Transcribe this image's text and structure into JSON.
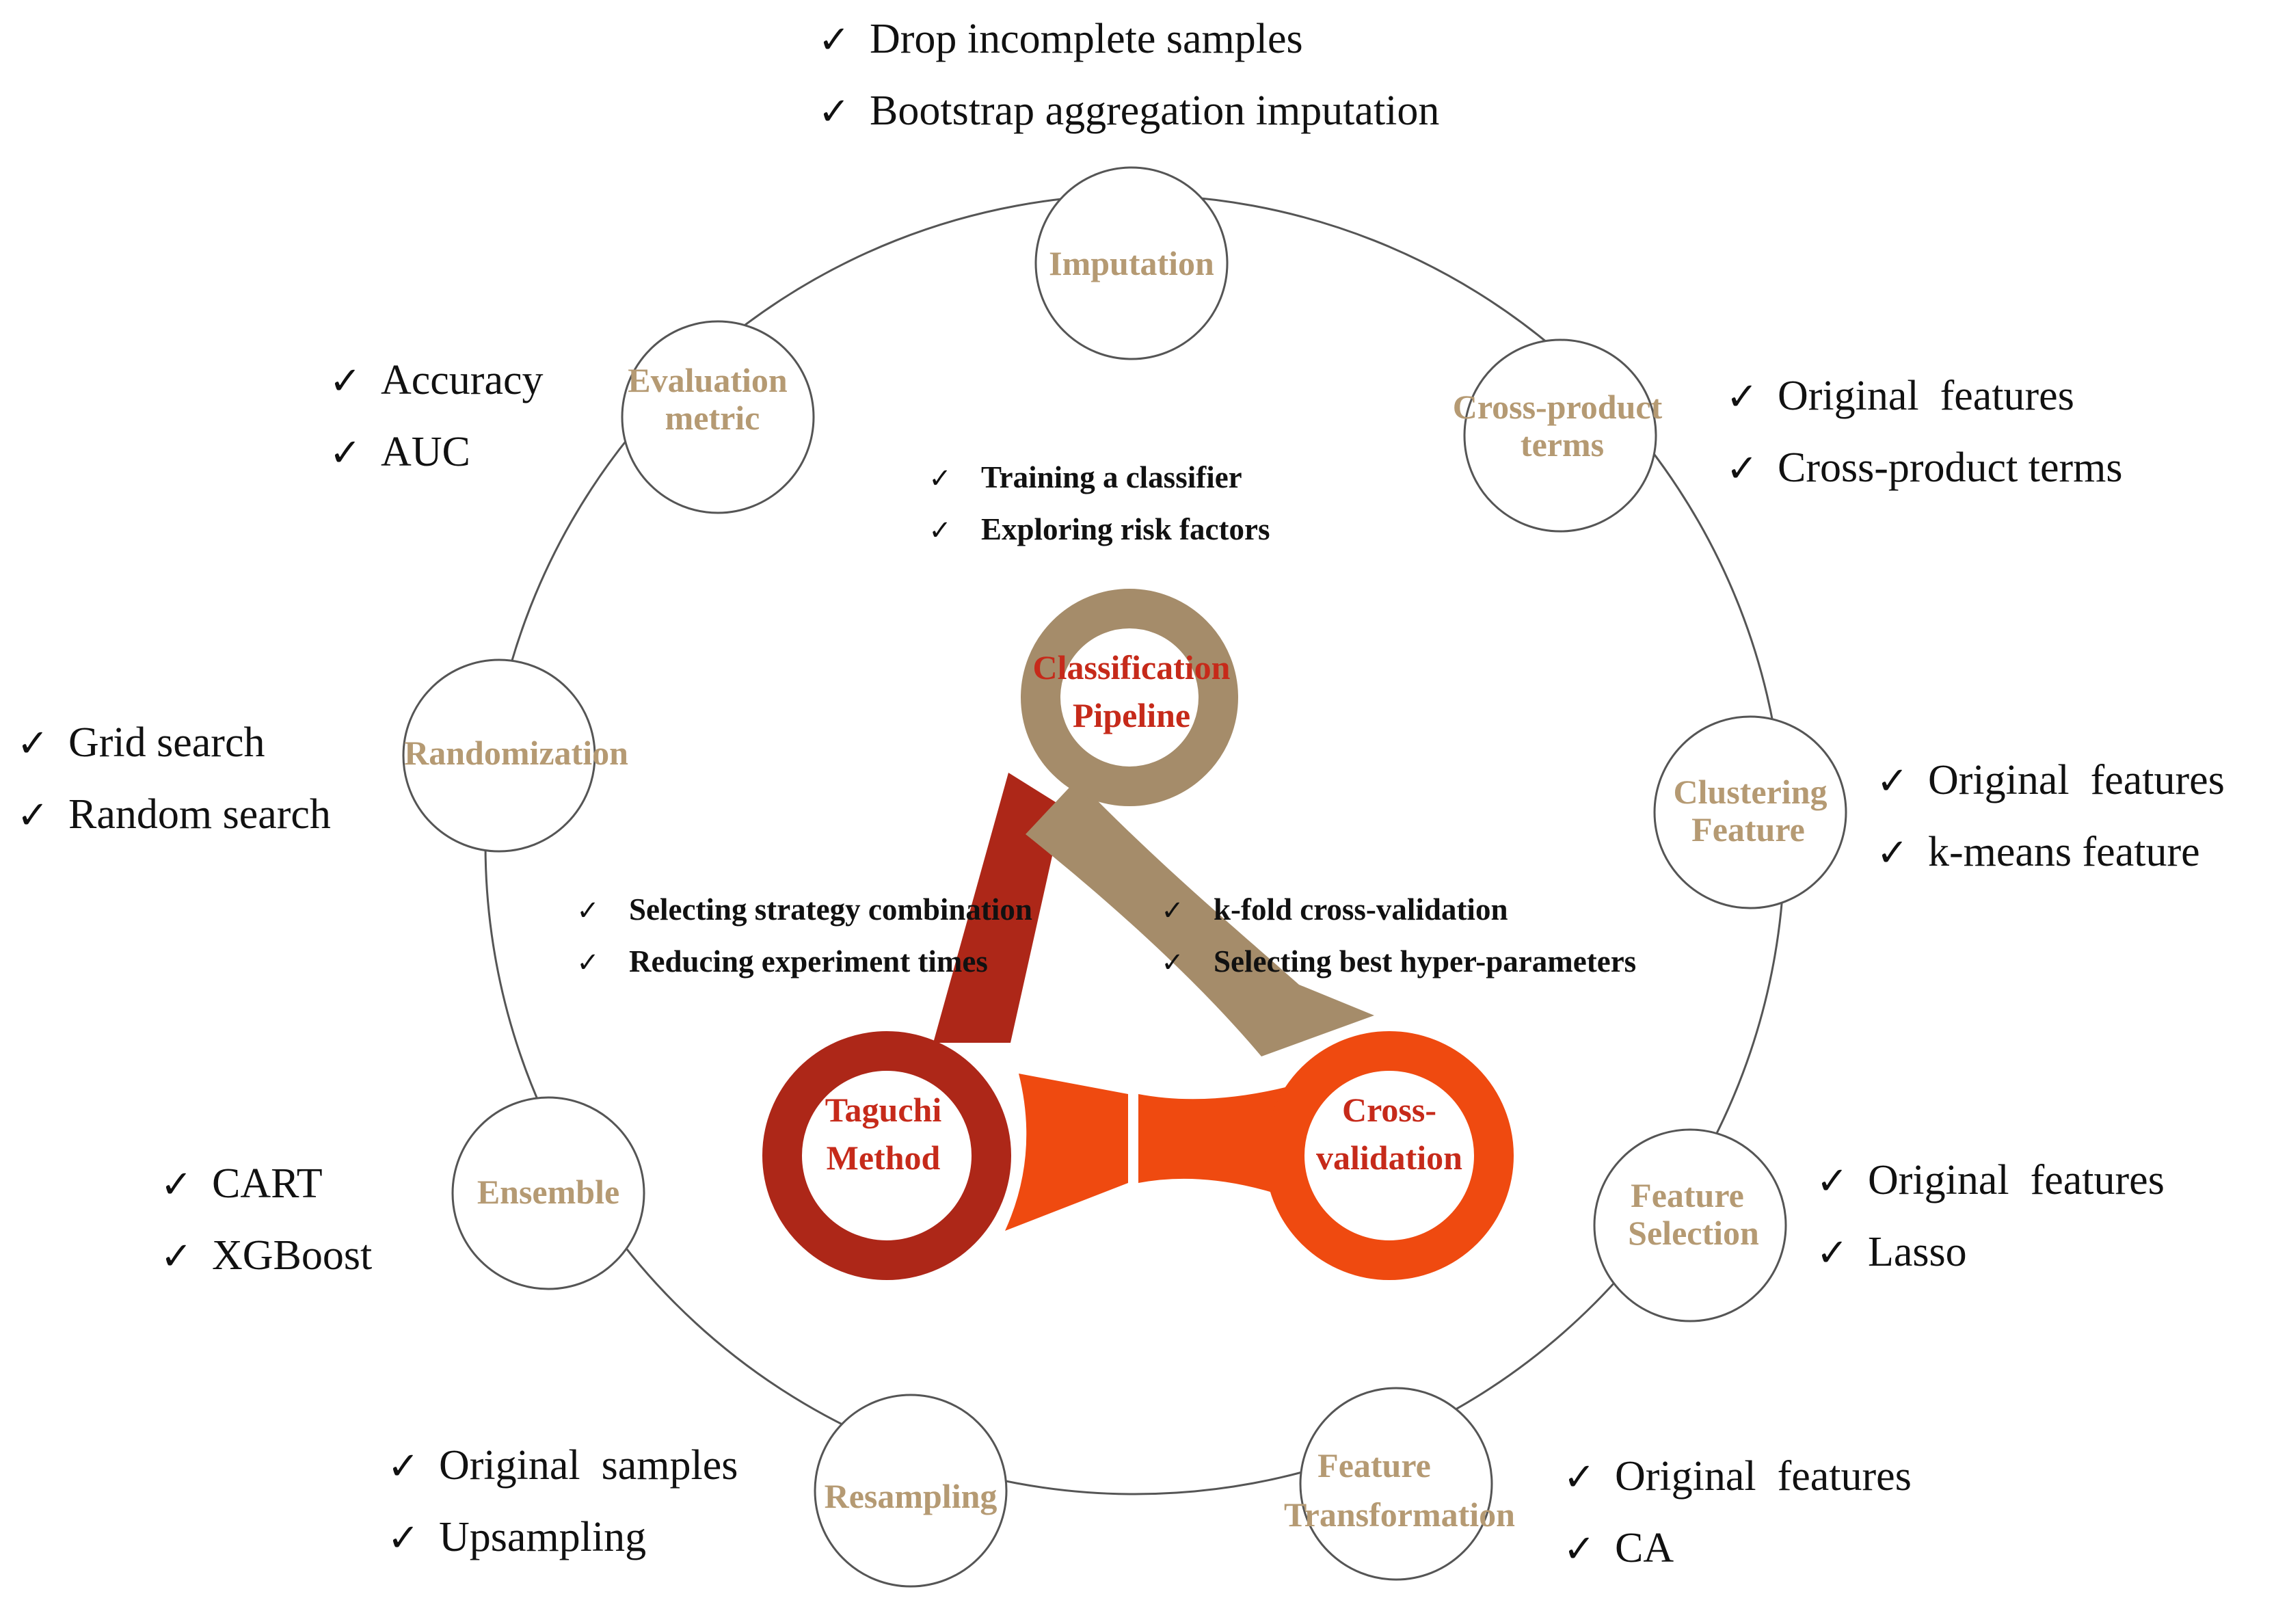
{
  "colors": {
    "outer_ring": "#555555",
    "node_label": "#b59a73",
    "tan_loop": "#a58c6a",
    "dark_red_loop": "#ad2718",
    "orange_loop": "#ef4a10",
    "center_label": "#c62a1a"
  },
  "ring_nodes": {
    "imputation": "Imputation",
    "cross_product_line1": "Cross-product",
    "cross_product_line2": "terms",
    "clustering_line1": "Clustering",
    "clustering_line2": "Feature",
    "selection_line1": "Feature",
    "selection_line2": "Selection",
    "transformation_line1": "Feature",
    "transformation_line2": "Transformation",
    "resampling": "Resampling",
    "ensemble": "Ensemble",
    "randomization": "Randomization",
    "evaluation_line1": "Evaluation",
    "evaluation_line2": "metric"
  },
  "center_nodes": {
    "classification_line1": "Classification",
    "classification_line2": "Pipeline",
    "taguchi_line1": "Taguchi",
    "taguchi_line2": "Method",
    "cv_line1": "Cross-",
    "cv_line2": "validation"
  },
  "check_lists": {
    "imputation": [
      "Drop incomplete samples",
      "Bootstrap aggregation imputation"
    ],
    "cross_product": [
      "Original  features",
      "Cross-product terms"
    ],
    "clustering": [
      "Original  features",
      "k-means feature"
    ],
    "selection": [
      "Original  features",
      "Lasso"
    ],
    "transformation": [
      "Original  features",
      "CA"
    ],
    "resampling": [
      "Original  samples",
      "Upsampling"
    ],
    "ensemble": [
      "CART",
      "XGBoost"
    ],
    "randomization": [
      "Grid search",
      "Random search"
    ],
    "evaluation": [
      "Accuracy",
      "AUC"
    ],
    "classification": [
      "Training a classifier",
      "Exploring risk factors"
    ],
    "taguchi": [
      "Selecting strategy combination",
      "Reducing experiment times"
    ],
    "cv": [
      "k-fold cross-validation",
      "Selecting best hyper-parameters"
    ]
  },
  "check_mark": "✓"
}
